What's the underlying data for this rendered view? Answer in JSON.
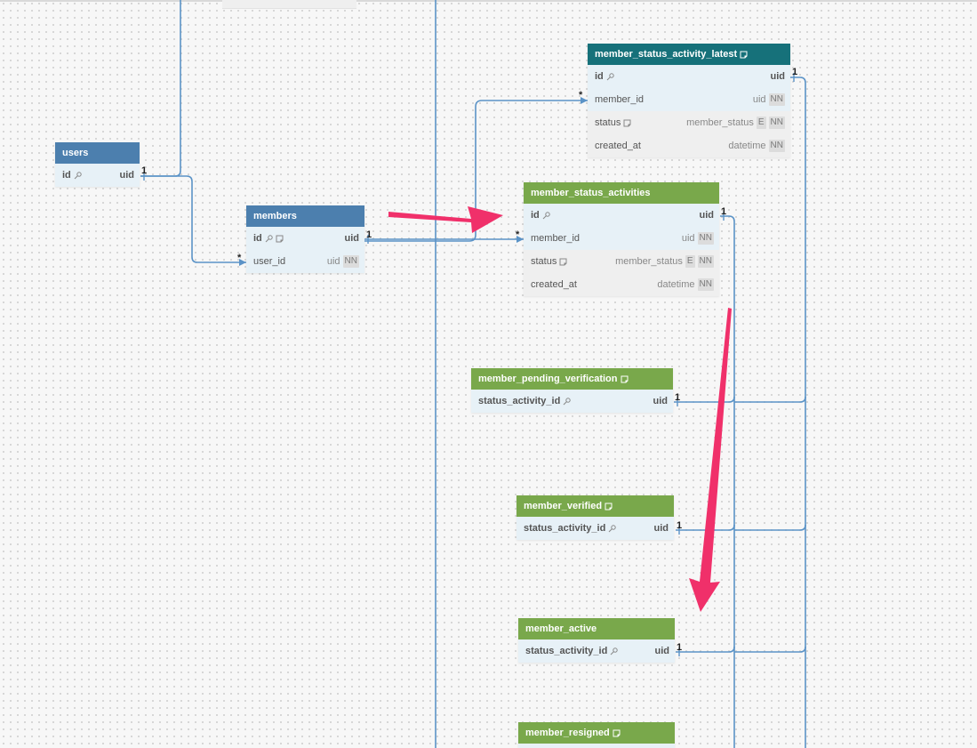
{
  "tables": {
    "users": {
      "title": "users",
      "fields": [
        {
          "name": "id",
          "type": "uid"
        }
      ]
    },
    "members": {
      "title": "members",
      "fields": [
        {
          "name": "id",
          "type": "uid"
        },
        {
          "name": "user_id",
          "type": "uid",
          "flag": "NN"
        }
      ]
    },
    "member_status_activity_latest": {
      "title": "member_status_activity_latest",
      "fields": [
        {
          "name": "id",
          "type": "uid"
        },
        {
          "name": "member_id",
          "type": "uid",
          "flag": "NN"
        },
        {
          "name": "status",
          "type": "member_status",
          "enum": "E",
          "flag": "NN"
        },
        {
          "name": "created_at",
          "type": "datetime",
          "flag": "NN"
        }
      ]
    },
    "member_status_activities": {
      "title": "member_status_activities",
      "fields": [
        {
          "name": "id",
          "type": "uid"
        },
        {
          "name": "member_id",
          "type": "uid",
          "flag": "NN"
        },
        {
          "name": "status",
          "type": "member_status",
          "enum": "E",
          "flag": "NN"
        },
        {
          "name": "created_at",
          "type": "datetime",
          "flag": "NN"
        }
      ]
    },
    "member_pending_verification": {
      "title": "member_pending_verification",
      "fields": [
        {
          "name": "status_activity_id",
          "type": "uid"
        }
      ]
    },
    "member_verified": {
      "title": "member_verified",
      "fields": [
        {
          "name": "status_activity_id",
          "type": "uid"
        }
      ]
    },
    "member_active": {
      "title": "member_active",
      "fields": [
        {
          "name": "status_activity_id",
          "type": "uid"
        }
      ]
    },
    "member_resigned": {
      "title": "member_resigned"
    }
  },
  "cardinality": {
    "one": "1",
    "many": "*"
  },
  "colors": {
    "header_blue": "#4c7fae",
    "header_green": "#79a84b",
    "header_teal": "#16717a",
    "edge": "#5b93c7",
    "arrow": "#f0306a"
  }
}
